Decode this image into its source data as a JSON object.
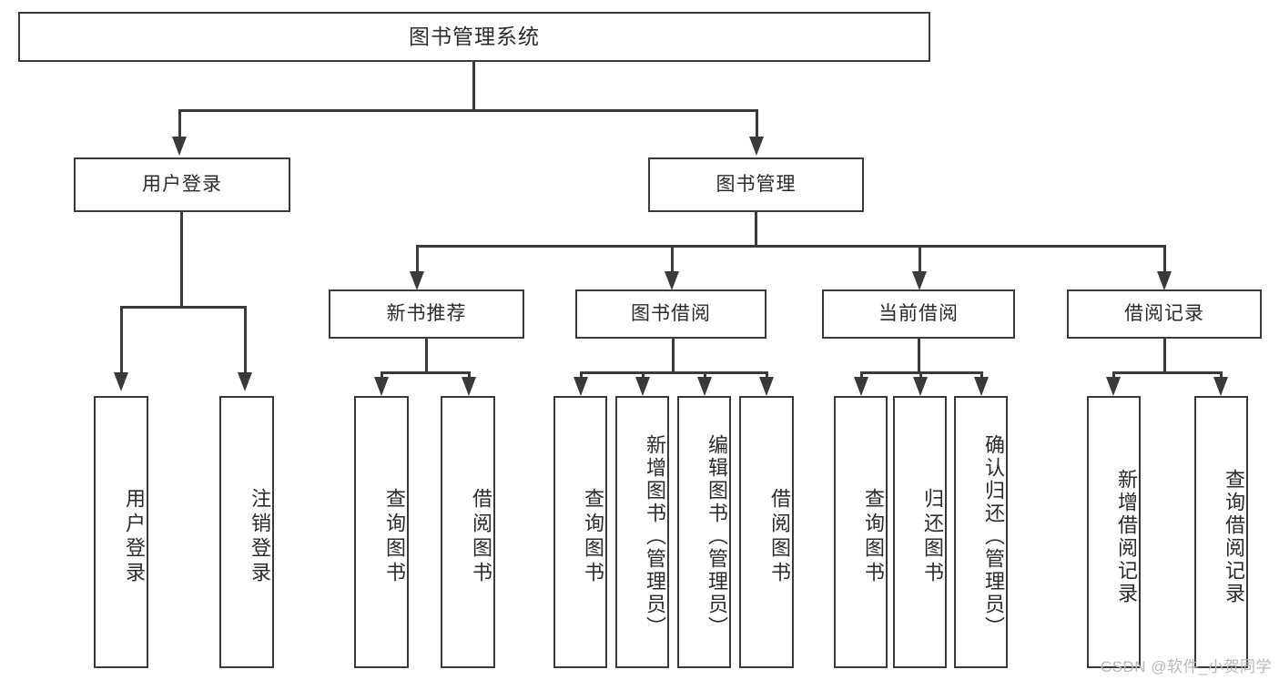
{
  "diagram": {
    "title": "图书管理系统",
    "watermark": "CSDN @软件_小贺同学",
    "accent_color": "#3a3a3a",
    "background_color": "#ffffff",
    "text_color": "#2b2b2b",
    "nodes": {
      "root": "图书管理系统",
      "level2": {
        "user_login": "用户登录",
        "book_manage": "图书管理"
      },
      "level3": {
        "new_book_recommend": "新书推荐",
        "book_borrow": "图书借阅",
        "current_borrow": "当前借阅",
        "borrow_record": "借阅记录"
      },
      "leaves": {
        "user_login_children": [
          "用户登录",
          "注销登录"
        ],
        "new_book_recommend_children": [
          "查询图书",
          "借阅图书"
        ],
        "book_borrow_children": [
          "查询图书",
          "新增图书（管理员）",
          "编辑图书（管理员）",
          "借阅图书"
        ],
        "current_borrow_children": [
          "查询图书",
          "归还图书",
          "确认归还（管理员）"
        ],
        "borrow_record_children": [
          "新增借阅记录",
          "查询借阅记录"
        ]
      }
    }
  }
}
